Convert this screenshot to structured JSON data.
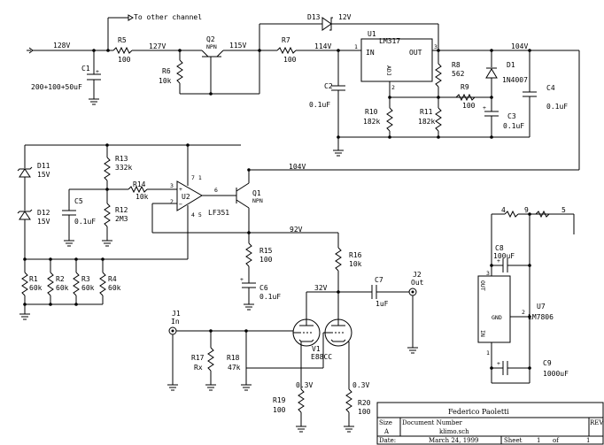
{
  "nets": {
    "v128": "128V",
    "v127": "127V",
    "v115": "115V",
    "v114": "114V",
    "v104a": "104V",
    "v104b": "104V",
    "v92": "92V",
    "v32": "32V",
    "v03a": "0.3V",
    "v03b": "0.3V",
    "pin1": "1",
    "pin2": "2",
    "pin3": "3",
    "pin4": "4",
    "pin5": "5",
    "pin6": "6",
    "pin9": "9",
    "u2p3": "3",
    "u2p2": "2",
    "u2p71": "7 1",
    "u2p45": "4 5",
    "u7p1": "1",
    "u7p2": "2",
    "u7p3": "3",
    "to_other": "To other channel"
  },
  "parts": {
    "R5": {
      "ref": "R5",
      "val": "100"
    },
    "R6": {
      "ref": "R6",
      "val": "10k"
    },
    "R7": {
      "ref": "R7",
      "val": "100"
    },
    "R8": {
      "ref": "R8",
      "val": "562"
    },
    "R9": {
      "ref": "R9",
      "val": "100"
    },
    "R10": {
      "ref": "R10",
      "val": "182k"
    },
    "R11": {
      "ref": "R11",
      "val": "182k"
    },
    "R12": {
      "ref": "R12",
      "val": "2M3"
    },
    "R13": {
      "ref": "R13",
      "val": "332k"
    },
    "R14": {
      "ref": "R14",
      "val": "10k"
    },
    "R15": {
      "ref": "R15",
      "val": "100"
    },
    "R16": {
      "ref": "R16",
      "val": "10k"
    },
    "R17": {
      "ref": "R17",
      "val": "Rx"
    },
    "R18": {
      "ref": "R18",
      "val": "47k"
    },
    "R19": {
      "ref": "R19",
      "val": "100"
    },
    "R20": {
      "ref": "R20",
      "val": "100"
    },
    "R1": {
      "ref": "R1",
      "val": "60k"
    },
    "R2": {
      "ref": "R2",
      "val": "60k"
    },
    "R3": {
      "ref": "R3",
      "val": "60k"
    },
    "R4": {
      "ref": "R4",
      "val": "60k"
    },
    "C1": {
      "ref": "C1",
      "val": "200+100+50uF"
    },
    "C2": {
      "ref": "C2",
      "val": "0.1uF"
    },
    "C3": {
      "ref": "C3",
      "val": "0.1uF"
    },
    "C4": {
      "ref": "C4",
      "val": "0.1uF"
    },
    "C5": {
      "ref": "C5",
      "val": "0.1uF"
    },
    "C6": {
      "ref": "C6",
      "val": "0.1uF"
    },
    "C7": {
      "ref": "C7",
      "val": "1uF"
    },
    "C8": {
      "ref": "C8",
      "val": "100uF"
    },
    "C9": {
      "ref": "C9",
      "val": "1000uF"
    },
    "D1": {
      "ref": "D1",
      "val": "1N4007"
    },
    "D11": {
      "ref": "D11",
      "val": "15V"
    },
    "D12": {
      "ref": "D12",
      "val": "15V"
    },
    "D13": {
      "ref": "D13",
      "val": "12V"
    },
    "Q1": {
      "ref": "Q1",
      "val": "NPN"
    },
    "Q2": {
      "ref": "Q2",
      "val": "NPN"
    },
    "U1": {
      "ref": "U1",
      "val": "LM317",
      "in": "IN",
      "out": "OUT",
      "adj": "ADJ"
    },
    "U2": {
      "ref": "U2",
      "val": "LF351"
    },
    "U7": {
      "ref": "U7",
      "val": "LM7806",
      "out": "OUT",
      "gnd": "GND",
      "in": "IN"
    },
    "V1": {
      "ref": "V1",
      "val": "E88CC"
    },
    "J1": {
      "ref": "J1",
      "val": "In"
    },
    "J2": {
      "ref": "J2",
      "val": "Out"
    }
  },
  "title_block": {
    "author": "Federico Paoletti",
    "size_label": "Size",
    "size": "A",
    "docnum_label": "Document Number",
    "docnum": "klimo.sch",
    "rev_label": "REV",
    "date_label": "Date:",
    "date": "March 24, 1999",
    "sheet_label": "Sheet",
    "sheet": "1",
    "of_label": "of",
    "of": "1"
  }
}
